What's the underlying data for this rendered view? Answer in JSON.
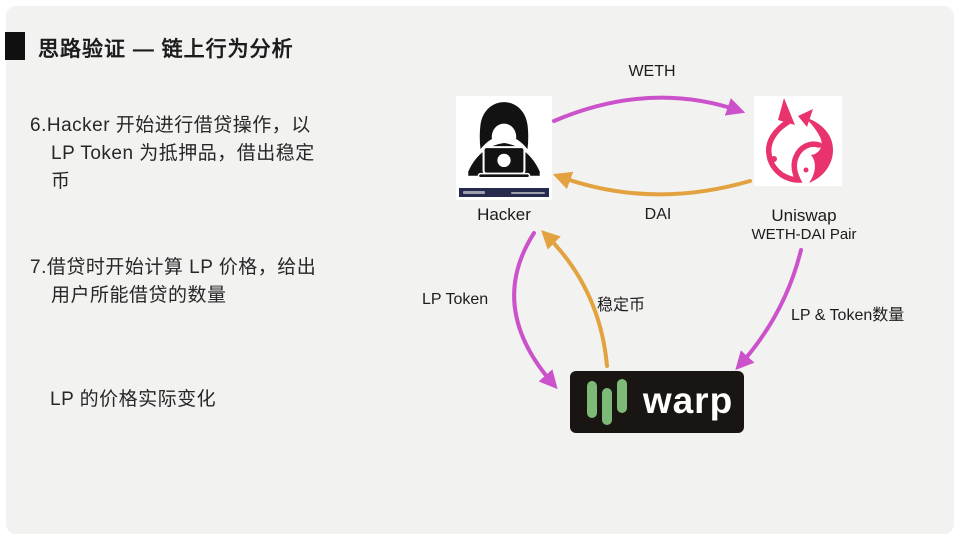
{
  "slide": {
    "title": "思路验证 — 链上行为分析",
    "bullets": {
      "item6": {
        "lines": [
          "6.Hacker 开始进行借贷操作，以",
          "LP Token 为抵押品，借出稳定",
          "币"
        ]
      },
      "item7": {
        "lines": [
          "7.借贷时开始计算 LP 价格，给出",
          "用户所能借贷的数量"
        ]
      },
      "note": {
        "lines": [
          "LP 的价格实际变化"
        ]
      }
    }
  },
  "diagram": {
    "hacker": {
      "label": "Hacker"
    },
    "uniswap": {
      "label": "Uniswap",
      "pair": "WETH-DAI Pair"
    },
    "warp": {
      "wordmark": "warp"
    },
    "edges": {
      "weth": {
        "label": "WETH",
        "from": "Hacker",
        "to": "Uniswap"
      },
      "dai": {
        "label": "DAI",
        "from": "Uniswap",
        "to": "Hacker"
      },
      "lp_token": {
        "label": "LP Token",
        "from": "Hacker",
        "to": "warp"
      },
      "stablecoin": {
        "label": "稳定币",
        "from": "warp",
        "to": "Hacker"
      },
      "lp_amount": {
        "label": "LP & Token数量",
        "from": "Uniswap",
        "to": "warp"
      }
    }
  },
  "colors": {
    "magenta": "#cc52cc",
    "orange": "#e2a23f",
    "warp_green": "#7dba77",
    "uniswap_pink": "#e8336d",
    "icon_black": "#121212",
    "watermark_navy": "#262b4e"
  }
}
